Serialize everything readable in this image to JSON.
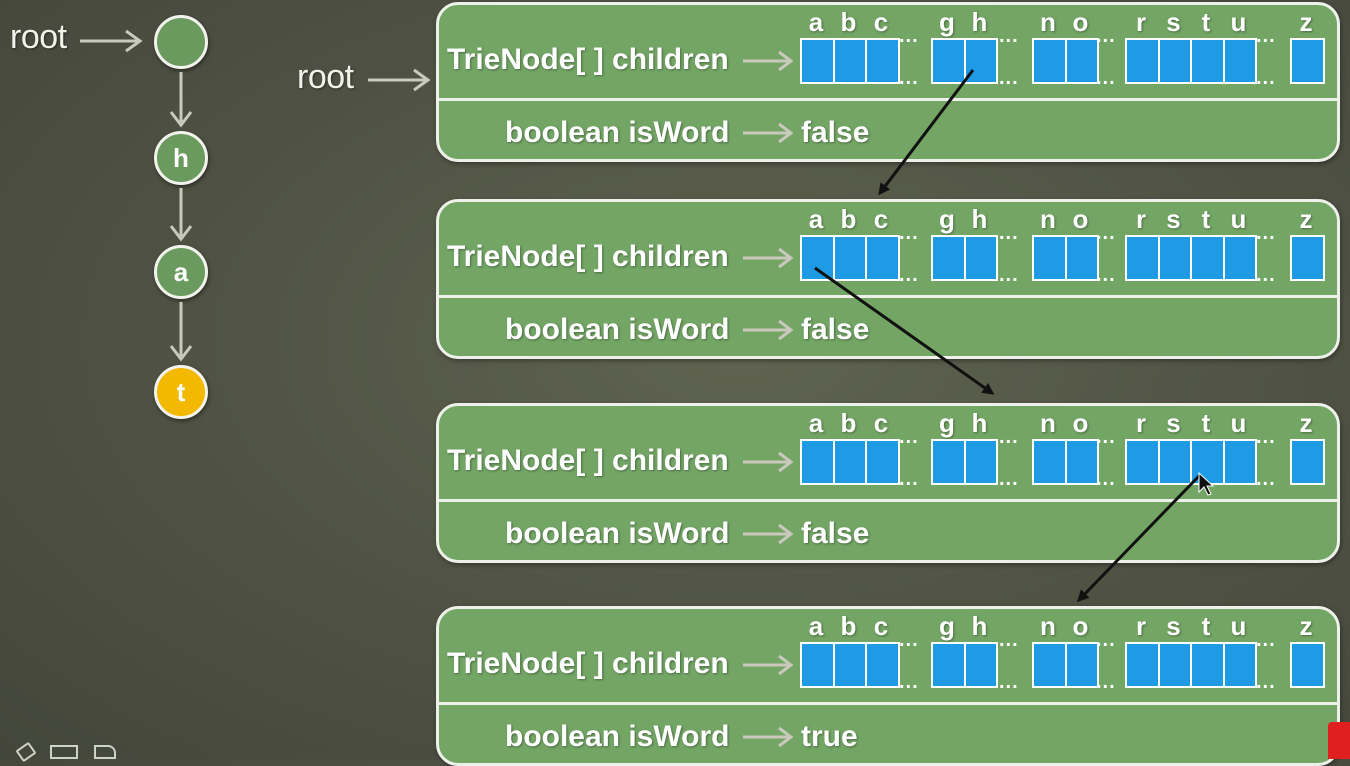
{
  "left_tree": {
    "root_label": "root",
    "nodes": [
      "",
      "h",
      "a",
      "t"
    ]
  },
  "trie_root_label": "root",
  "trie_nodes": [
    {
      "children_label": "TrieNode[ ] children",
      "isword_label": "boolean isWord",
      "isword_value": "false"
    },
    {
      "children_label": "TrieNode[ ] children",
      "isword_label": "boolean isWord",
      "isword_value": "false"
    },
    {
      "children_label": "TrieNode[ ] children",
      "isword_label": "boolean isWord",
      "isword_value": "false"
    },
    {
      "children_label": "TrieNode[ ] children",
      "isword_label": "boolean isWord",
      "isword_value": "true"
    }
  ],
  "array_letters": [
    "a",
    "b",
    "c",
    "g",
    "h",
    "n",
    "o",
    "r",
    "s",
    "t",
    "u",
    "z"
  ],
  "colors": {
    "background": "#4f5243",
    "node_fill": "#73a565",
    "cell_fill": "#1f9be6",
    "end_node": "#f2b900"
  },
  "icons": [
    "right-arrow-icon",
    "down-arrow-icon",
    "mouse-cursor-icon",
    "youtube-subscribe-icon"
  ]
}
